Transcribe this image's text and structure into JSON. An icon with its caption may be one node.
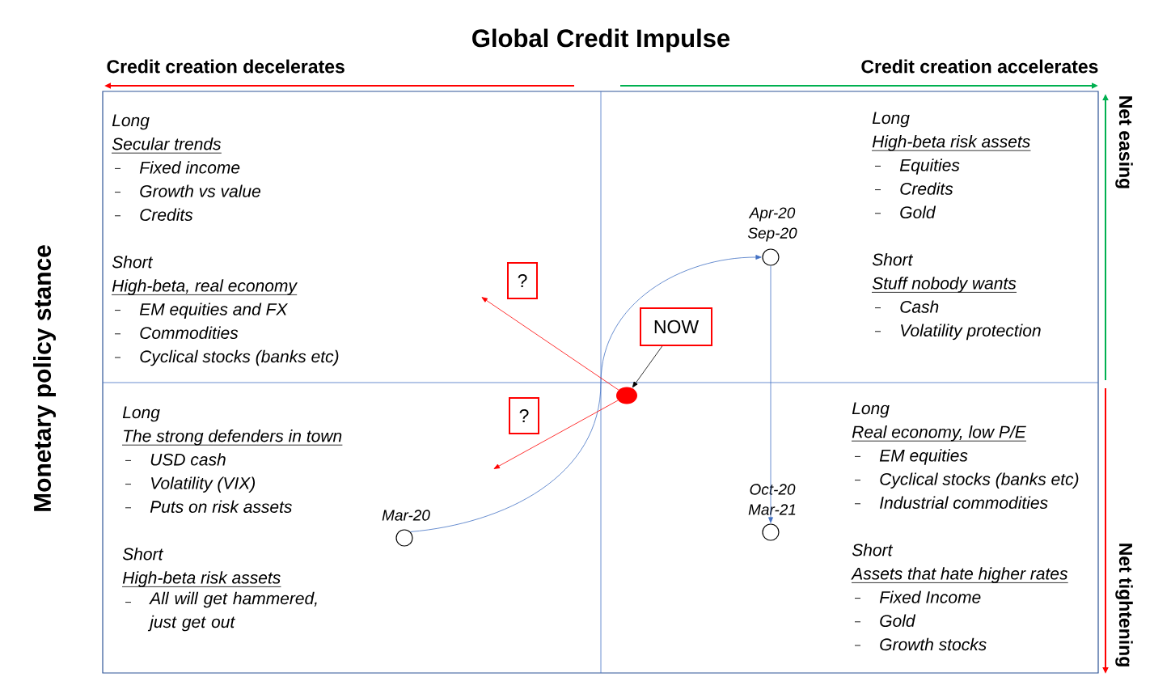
{
  "diagram": {
    "title": "Global Credit Impulse",
    "nodes": [
      {
        "text": [
          "NOW"
        ]
      },
      {
        "text": [],
        "shape": "circle"
      },
      {
        "text": [],
        "shape": "circle",
        "beside": [
          "Mar-20"
        ]
      },
      {
        "text": [],
        "shape": "circle",
        "beside": [
          "Apr-20",
          "Sep-20"
        ]
      },
      {
        "text": [],
        "shape": "circle",
        "beside": [
          "Oct-20",
          "Mar-21"
        ]
      },
      {
        "text": [
          "?"
        ]
      },
      {
        "text": [
          "?"
        ]
      }
    ],
    "edges": [
      {
        "from": 0,
        "to": 1,
        "arrow": "to",
        "color": "#000000"
      },
      {
        "from": 2,
        "to": 3,
        "arrow": "to",
        "color": "#4472c4"
      },
      {
        "from": 3,
        "to": 4,
        "arrow": "to",
        "color": "#4472c4"
      },
      {
        "from": 1,
        "to": null,
        "arrow": "to",
        "color": "#ff0000"
      },
      {
        "from": 1,
        "to": null,
        "arrow": "to",
        "color": "#ff0000"
      }
    ],
    "labels": [
      "Credit creation decelerates",
      "Credit creation accelerates",
      "Net easing",
      "Monetary policy stance",
      "Long",
      "Secular trends",
      "Fixed income",
      "Growth vs value",
      "Credits",
      "Short",
      "High-beta, real economy",
      "EM equities and FX",
      "Commodities",
      "Cyclical stocks (banks etc)",
      "Long",
      "High-beta risk assets",
      "Equities",
      "Credits",
      "Gold",
      "Short",
      "Stuff nobody wants",
      "Cash",
      "Volatility protection",
      "Long",
      "The strong defenders in town",
      "USD cash",
      "Volatility (VIX)",
      "Puts on risk assets",
      "Short",
      "High-beta risk assets",
      "All will get hammered, just get out",
      "Long",
      "Real economy, low P/E",
      "EM equities",
      "Cyclical stocks (banks etc)",
      "Industrial commodities",
      "Short",
      "Assets that hate higher rates",
      "Fixed Income",
      "Gold",
      "Growth stocks",
      "Net tightening"
    ]
  }
}
